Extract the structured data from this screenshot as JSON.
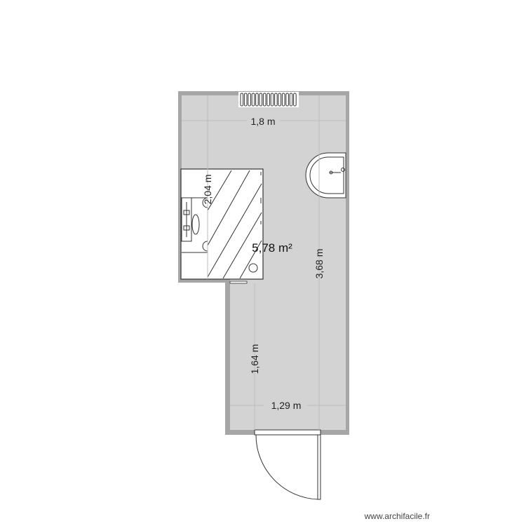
{
  "plan": {
    "area_label": "5,78 m²",
    "dimensions": {
      "top_width": "1,8 m",
      "total_height": "3,68 m",
      "lower_width": "1,29 m",
      "lower_height": "1,64 m",
      "shower_height": "2,04 m"
    },
    "fixtures": [
      "radiator",
      "washbasin",
      "shower",
      "toilet-cabinet",
      "door"
    ],
    "credit": "www.archifacile.fr",
    "colors": {
      "floor": "#d3d3d3",
      "wall": "#a6a6a6",
      "dimension_line": "#bcbcbc",
      "fixture_stroke": "#333333"
    }
  }
}
